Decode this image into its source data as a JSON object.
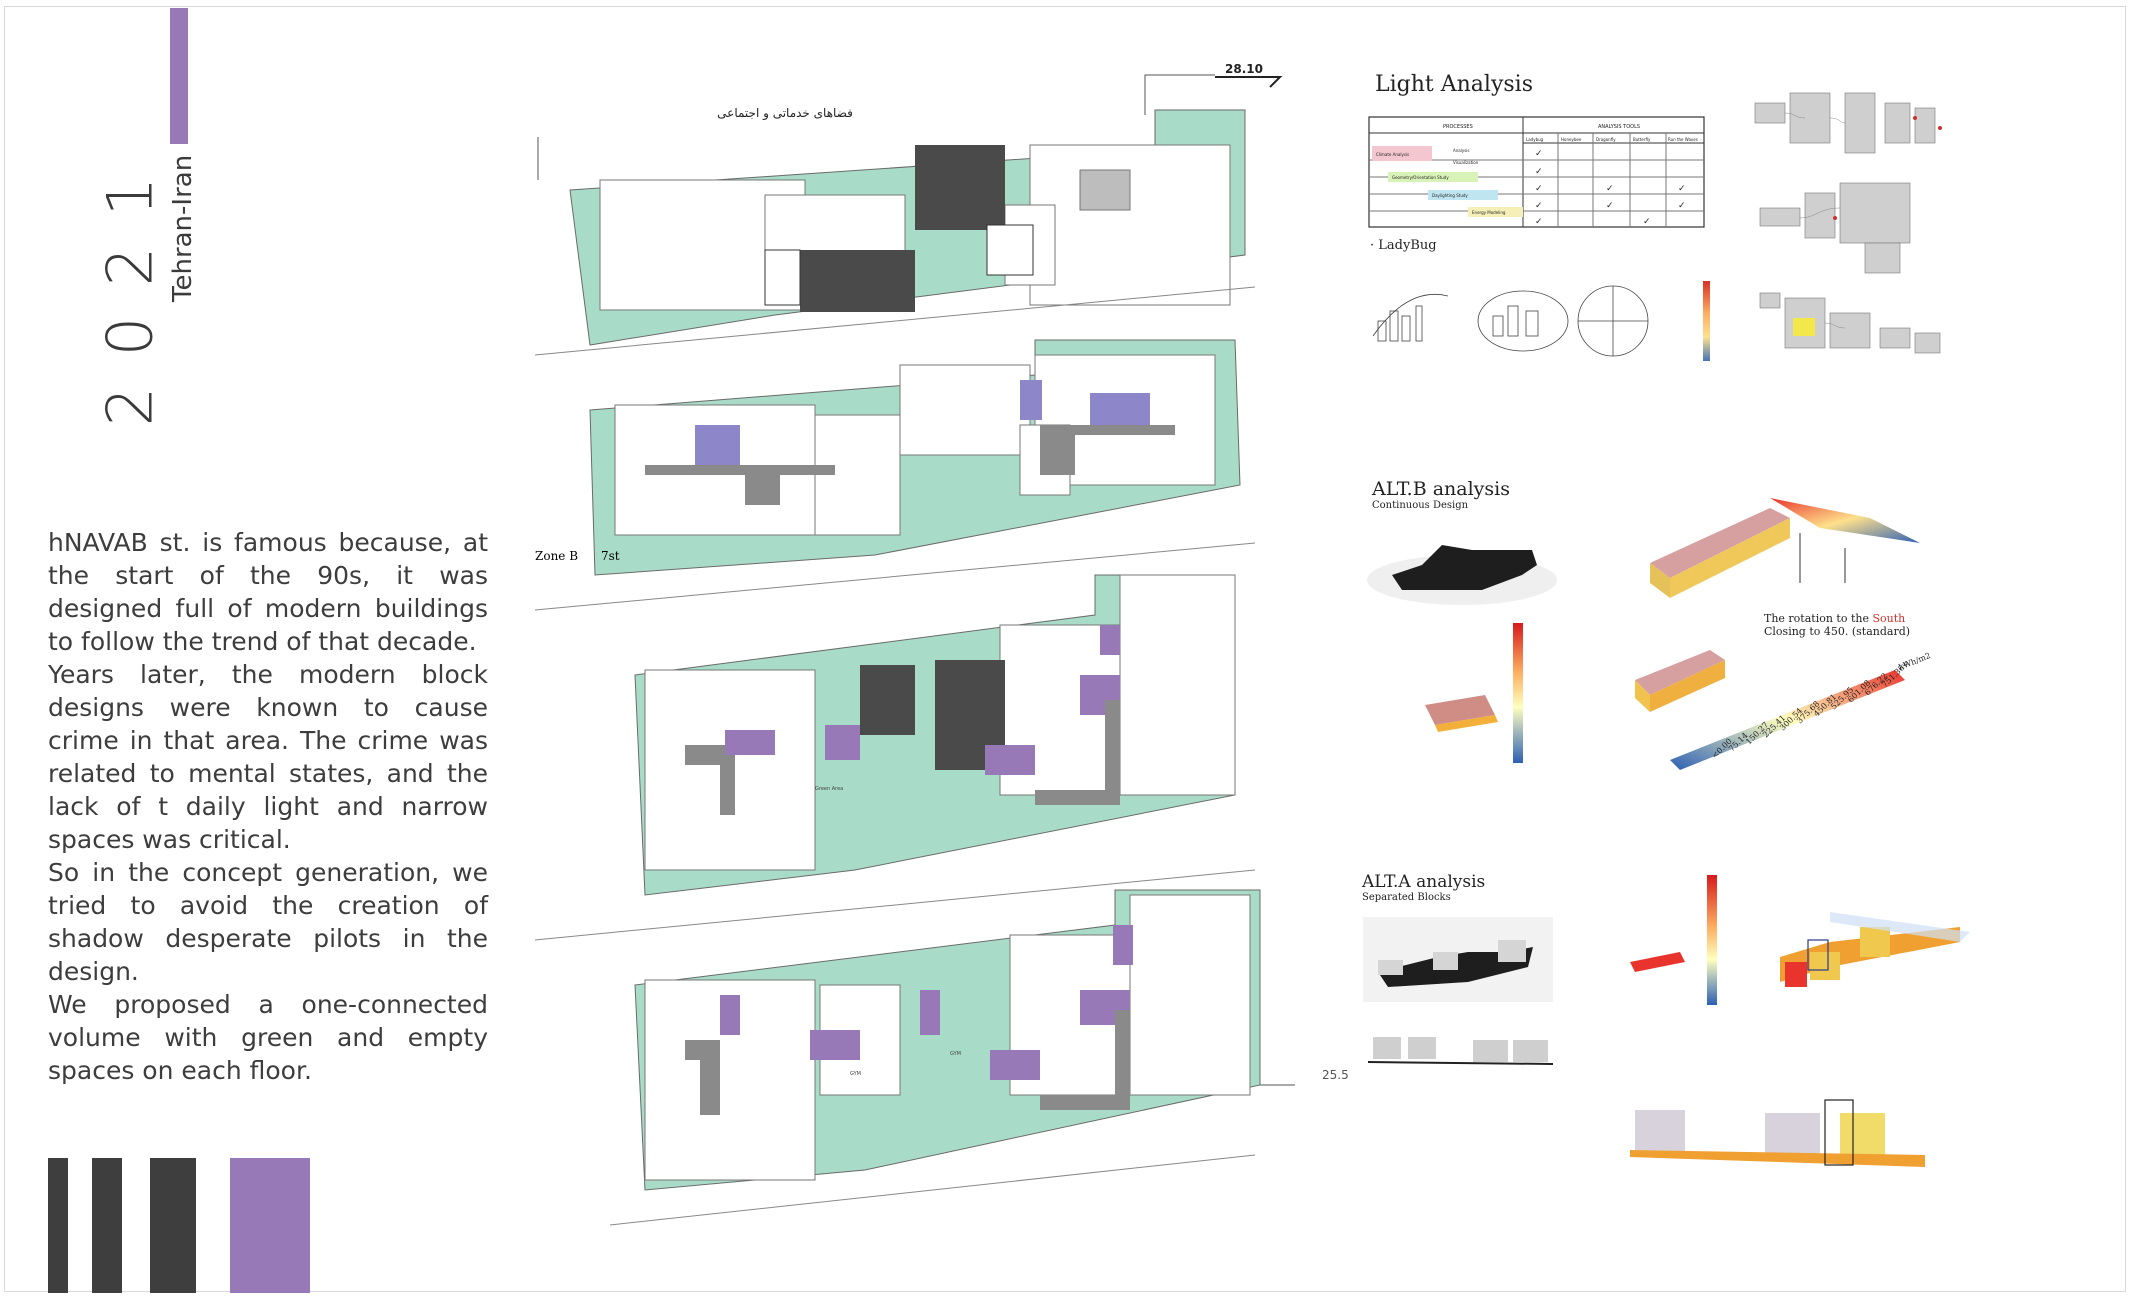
{
  "poster": {
    "year_digits": [
      "2",
      "0",
      "2",
      "1"
    ],
    "location": "Tehran-Iran",
    "paragraphs": [
      "hNAVAB st. is famous because, at the start of the 90s, it was designed full of modern buildings to follow the trend of that decade.",
      "Years later, the modern block designs were known to cause crime in that area. The crime was related to mental states, and the lack of t daily light and narrow spaces was critical.",
      "So in the concept generation, we tried to avoid the creation of shadow desperate pilots in the design.",
      "We proposed a one-connected volume with green and empty spaces on each floor."
    ]
  },
  "plans": {
    "persian_label": "فضاهای خدماتی و اجتماعی",
    "level_label": "28.10",
    "zone_label": "Zone B",
    "zone_sup": "7st",
    "bottom_level": "25.5",
    "green_area": "Green Area",
    "gym": "GYM"
  },
  "light_analysis": {
    "title": "Light Analysis",
    "table_headers": [
      "PROCESSES",
      "ANALYSIS TOOLS"
    ],
    "tool_columns": [
      "Ladybug",
      "Honeybee",
      "Dragonfly",
      "Butterfly",
      "Run the Waves"
    ],
    "rows": [
      "Climate Analysis",
      "Analysis",
      "Visualization",
      "Geometry/Orientation Study",
      "Daylighting Study",
      "Energy Modeling"
    ],
    "ladybug_label": "LadyBug"
  },
  "alt_b": {
    "title": "ALT.B analysis",
    "subtitle": "Continuous Design",
    "note_prefix": "The rotation to the",
    "note_highlight": "South",
    "note_line2": "Closing to 450. (standard)",
    "scale_top": "kWh/m2",
    "scale_values": [
      "751.36<",
      "676.22",
      "601.08",
      "525.95",
      "450.81",
      "375.68",
      "300.54",
      "225.41",
      "150.27",
      "75.14",
      "<0.00"
    ]
  },
  "alt_a": {
    "title": "ALT.A analysis",
    "subtitle": "Separated Blocks"
  },
  "colors": {
    "accent_purple": "#9779b7",
    "plan_green": "#a8dcc8",
    "dark_block": "#4a4a4a",
    "corridor_gray": "#8a8a8a"
  }
}
